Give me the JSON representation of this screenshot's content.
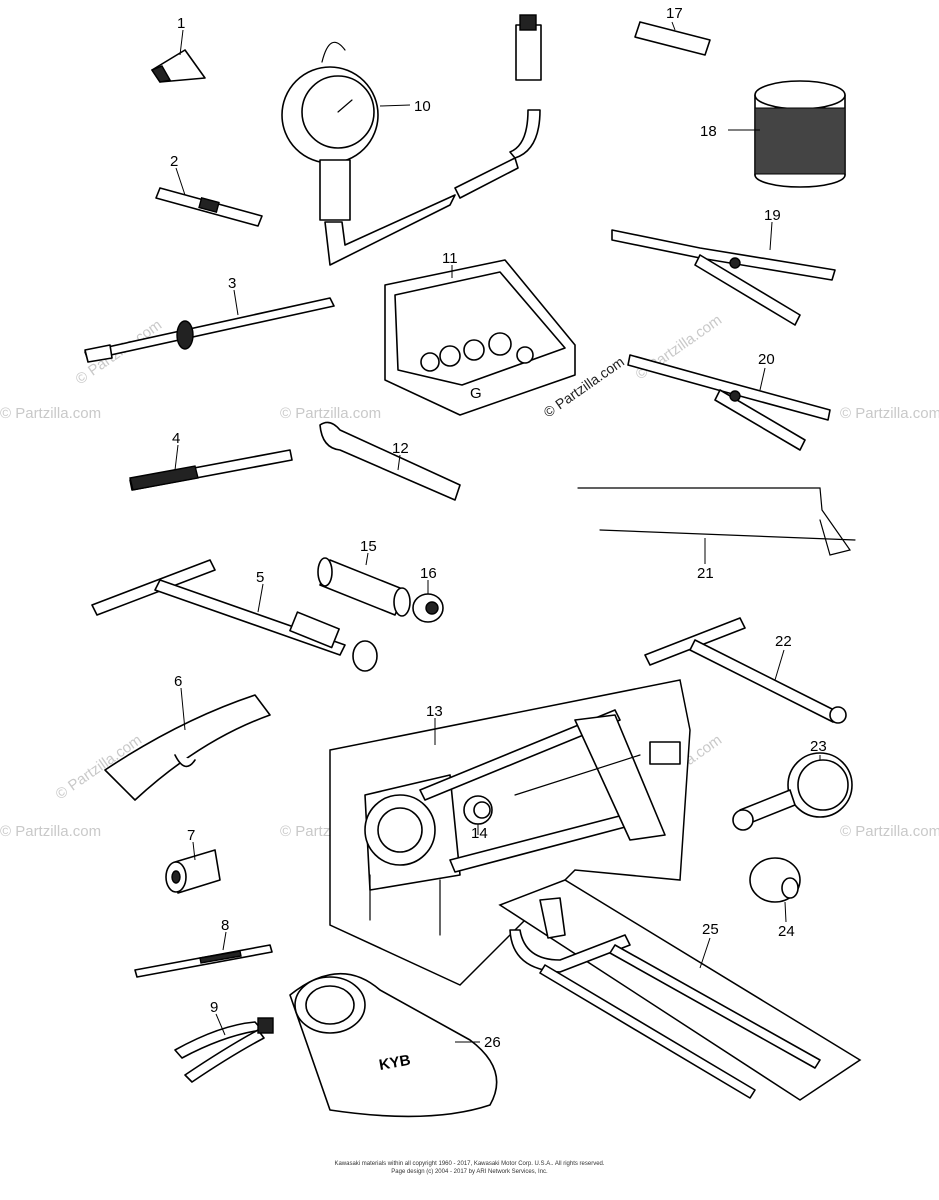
{
  "diagram": {
    "callouts": [
      "1",
      "2",
      "3",
      "4",
      "5",
      "6",
      "7",
      "8",
      "9",
      "10",
      "11",
      "12",
      "13",
      "14",
      "15",
      "16",
      "17",
      "18",
      "19",
      "20",
      "21",
      "22",
      "23",
      "24",
      "25",
      "26"
    ],
    "watermark_text": "© Partzilla.com",
    "watermark_center_text": "© Partzilla.com",
    "footer_line1": "Kawasaki materials within all copyright 1960 - 2017, Kawasaki Motor Corp. U.S.A.. All rights reserved.",
    "footer_line2": "Page design (c) 2004 - 2017 by ARI Network Services, Inc.",
    "toolbox_label": "G",
    "pouch_label": "KYB"
  }
}
